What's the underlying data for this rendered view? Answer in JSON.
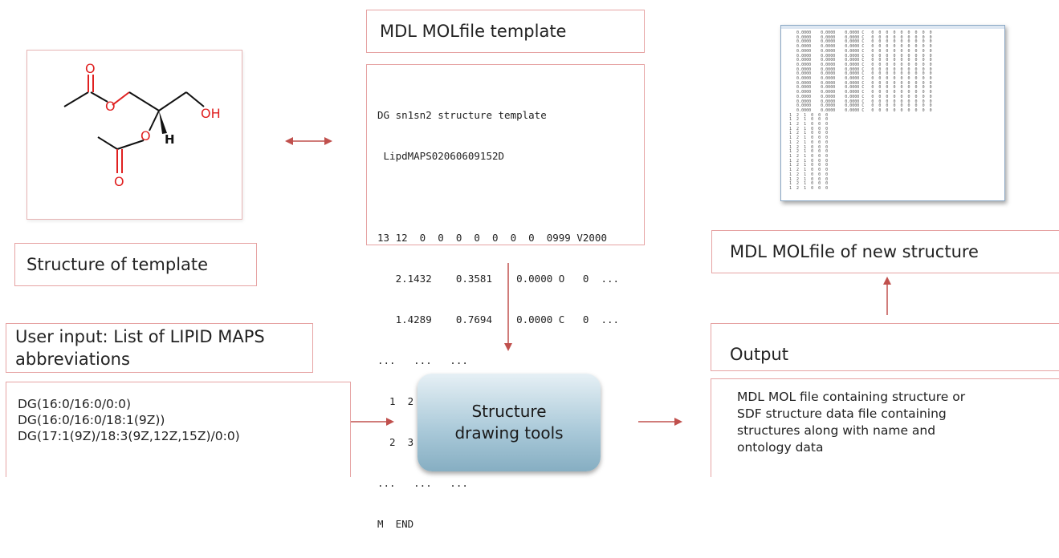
{
  "template_structure": {
    "label": "Structure of template",
    "molecule_labels": {
      "oxygen": "O",
      "hydroxyl": "OH",
      "hydrogen": "H"
    }
  },
  "molfile_template": {
    "title": "MDL MOLfile template",
    "lines": [
      "DG sn1sn2 structure template",
      " LipdMAPS02060609152D",
      "",
      "13 12  0  0  0  0  0  0  0  0999 V2000",
      "   2.1432    0.3581    0.0000 O   0  ...",
      "   1.4289    0.7694    0.0000 C   0  ...",
      "...   ...   ...",
      "  1  2  1  0",
      "  2  3  1  0",
      "...   ...   ...",
      "M  END"
    ]
  },
  "user_input": {
    "label": "User input: List of LIPID MAPS abbreviations",
    "items": [
      "DG(16:0/16:0/0:0)",
      "DG(16:0/16:0/18:1(9Z))",
      "DG(17:1(9Z)/18:3(9Z,12Z,15Z)/0:0)"
    ]
  },
  "tools": {
    "line1": "Structure",
    "line2": "drawing tools"
  },
  "output": {
    "label": "Output",
    "description": "MDL MOL file containing structure or SDF structure data file containing structures along with name and ontology data"
  },
  "new_molfile": {
    "label": "MDL MOLfile of new structure"
  },
  "colors": {
    "arrow": "#c0504d",
    "box_border": "#e6a3a3",
    "tools_fill": "#a8c8d8",
    "atom_red": "#e02020"
  }
}
